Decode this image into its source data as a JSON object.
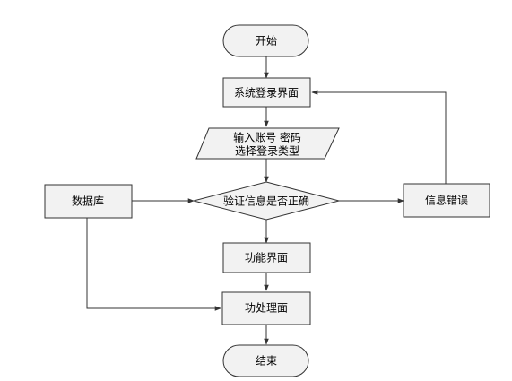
{
  "nodes": {
    "start": "开始",
    "login": "系统登录界面",
    "input_line1": "输入账号 密码",
    "input_line2": "选择登录类型",
    "database": "数据库",
    "verify": "验证信息是否正确",
    "error": "信息错误",
    "function": "功能界面",
    "process": "功处理面",
    "end": "结束"
  }
}
